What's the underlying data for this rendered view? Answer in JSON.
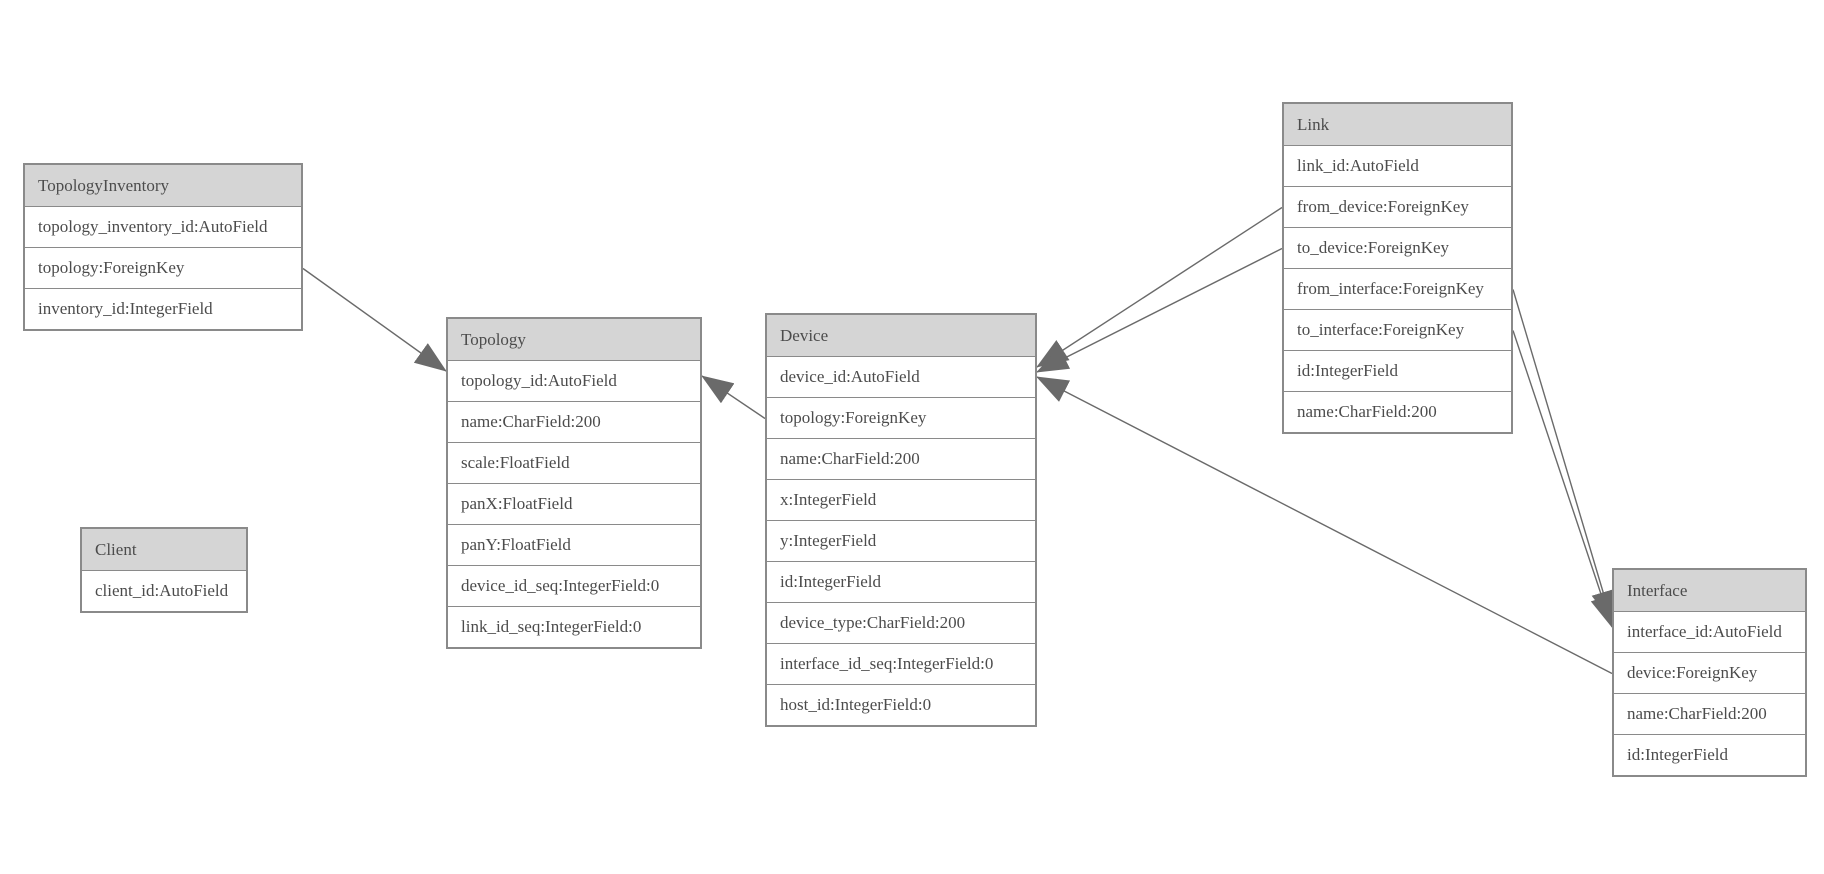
{
  "diagram": {
    "tables": [
      {
        "title": "TopologyInventory",
        "fields": [
          "topology_inventory_id:AutoField",
          "topology:ForeignKey",
          "inventory_id:IntegerField"
        ]
      },
      {
        "title": "Topology",
        "fields": [
          "topology_id:AutoField",
          "name:CharField:200",
          "scale:FloatField",
          "panX:FloatField",
          "panY:FloatField",
          "device_id_seq:IntegerField:0",
          "link_id_seq:IntegerField:0"
        ]
      },
      {
        "title": "Client",
        "fields": [
          "client_id:AutoField"
        ]
      },
      {
        "title": "Device",
        "fields": [
          "device_id:AutoField",
          "topology:ForeignKey",
          "name:CharField:200",
          "x:IntegerField",
          "y:IntegerField",
          "id:IntegerField",
          "device_type:CharField:200",
          "interface_id_seq:IntegerField:0",
          "host_id:IntegerField:0"
        ]
      },
      {
        "title": "Link",
        "fields": [
          "link_id:AutoField",
          "from_device:ForeignKey",
          "to_device:ForeignKey",
          "from_interface:ForeignKey",
          "to_interface:ForeignKey",
          "id:IntegerField",
          "name:CharField:200"
        ]
      },
      {
        "title": "Interface",
        "fields": [
          "interface_id:AutoField",
          "device:ForeignKey",
          "name:CharField:200",
          "id:IntegerField"
        ]
      }
    ],
    "relationships": [
      {
        "from_table": "TopologyInventory",
        "from_field": "topology",
        "to_table": "Topology",
        "to_field": "topology_id"
      },
      {
        "from_table": "Device",
        "from_field": "topology",
        "to_table": "Topology",
        "to_field": "topology_id"
      },
      {
        "from_table": "Link",
        "from_field": "from_device",
        "to_table": "Device",
        "to_field": "device_id"
      },
      {
        "from_table": "Link",
        "from_field": "to_device",
        "to_table": "Device",
        "to_field": "device_id"
      },
      {
        "from_table": "Link",
        "from_field": "from_interface",
        "to_table": "Interface",
        "to_field": "interface_id"
      },
      {
        "from_table": "Link",
        "from_field": "to_interface",
        "to_table": "Interface",
        "to_field": "interface_id"
      },
      {
        "from_table": "Interface",
        "from_field": "device",
        "to_table": "Device",
        "to_field": "device_id"
      }
    ],
    "colors": {
      "canvas_bg": "#ffffff",
      "header_bg": "#d5d5d5",
      "border": "#8a8a8a",
      "text": "#4c4c4c",
      "line": "#6a6a6a",
      "arrow_fill": "#6a6a6a"
    }
  }
}
